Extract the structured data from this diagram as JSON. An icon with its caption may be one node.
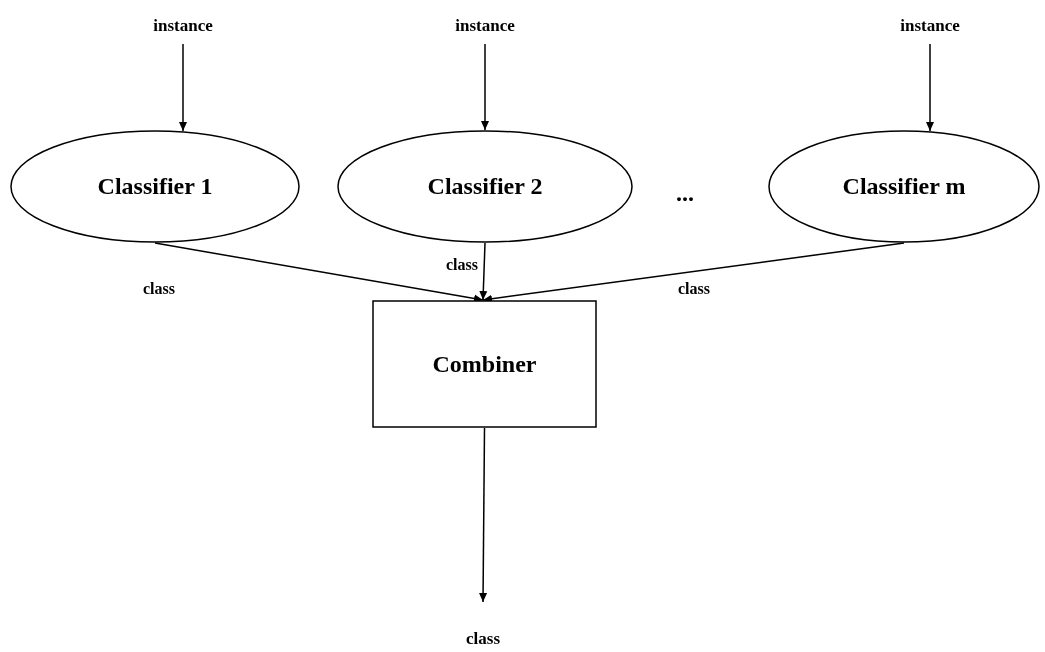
{
  "diagram": {
    "nodes": [
      {
        "text": [
          "instance"
        ]
      },
      {
        "text": [
          "instance"
        ]
      },
      {
        "text": [
          "instance"
        ]
      },
      {
        "text": [
          "Classifier 1"
        ]
      },
      {
        "text": [
          "Classifier 2"
        ]
      },
      {
        "text": [
          "Classifier m"
        ]
      },
      {
        "text": [
          "Combiner"
        ]
      },
      {
        "text": [
          "class"
        ]
      }
    ],
    "edges": [
      {
        "from": 0,
        "to": 3,
        "arrow": "to"
      },
      {
        "from": 1,
        "to": 4,
        "arrow": "to"
      },
      {
        "from": 2,
        "to": 5,
        "arrow": "to"
      },
      {
        "from": 3,
        "to": 6,
        "arrow": "to",
        "label": "class"
      },
      {
        "from": 4,
        "to": 6,
        "arrow": "to",
        "label": "class"
      },
      {
        "from": 5,
        "to": 6,
        "arrow": "to",
        "label": "class"
      },
      {
        "from": 6,
        "to": 7,
        "arrow": "to"
      }
    ],
    "labels": [
      "..."
    ]
  }
}
